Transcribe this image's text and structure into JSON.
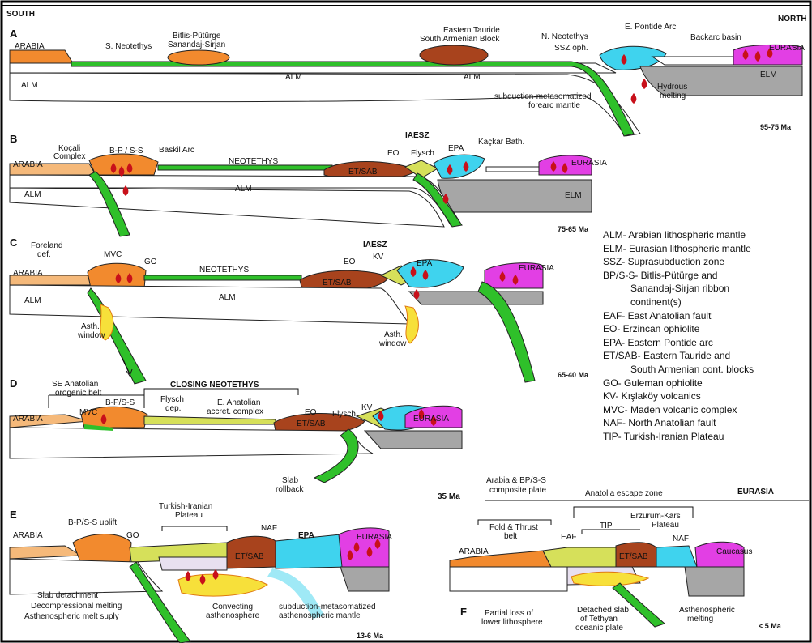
{
  "header": {
    "south": "SOUTH",
    "north": "NORTH"
  },
  "panels": {
    "A": {
      "letter": "A",
      "age": "95-75 Ma",
      "labels": {
        "arabia": "ARABIA",
        "s_neotethys": "S. Neotethys",
        "bitlis_1": "Bitlis-Pütürge",
        "bitlis_2": "Sanandaj-Sirjan",
        "taurid_1": "Eastern Tauride",
        "taurid_2": "South Armenian Block",
        "n_neotethys": "N. Neotethys",
        "pontide": "E. Pontide Arc",
        "backarc": "Backarc basin",
        "eurasia": "EURASIA",
        "ssz": "SSZ oph.",
        "alm_1": "ALM",
        "alm_2": "ALM",
        "alm_3": "ALM",
        "elm": "ELM",
        "hydrous_1": "Hydrous",
        "hydrous_2": "melting",
        "subd_1": "subduction-metasomatized",
        "subd_2": "forearc mantle"
      }
    },
    "B": {
      "letter": "B",
      "age": "75-65 Ma",
      "labels": {
        "kocali_1": "Koçali",
        "kocali_2": "Complex",
        "arabia": "ARABIA",
        "bpss": "B-P / S-S",
        "baskil": "Baskil Arc",
        "neotethys": "NEOTETHYS",
        "iaesz": "IAESZ",
        "eo": "EO",
        "flysch": "Flysch",
        "epa": "EPA",
        "kackar": "Kaçkar Bath.",
        "eurasia": "EURASIA",
        "alm_1": "ALM",
        "alm_2": "ALM",
        "etsab": "ET/SAB",
        "elm": "ELM"
      }
    },
    "C": {
      "letter": "C",
      "age": "65-40 Ma",
      "labels": {
        "foreland_1": "Foreland",
        "foreland_2": "def.",
        "arabia": "ARABIA",
        "mvc": "MVC",
        "go": "GO",
        "neotethys": "NEOTETHYS",
        "iaesz": "IAESZ",
        "eo": "EO",
        "kv": "KV",
        "epa": "EPA",
        "eurasia": "EURASIA",
        "alm_1": "ALM",
        "alm_2": "ALM",
        "etsab": "ET/SAB",
        "asth1_1": "Asth.",
        "asth1_2": "window",
        "asth2_1": "Asth.",
        "asth2_2": "window"
      }
    },
    "D": {
      "letter": "D",
      "age": "",
      "labels": {
        "se_1": "SE Anatolian",
        "se_2": "orogenic belt",
        "bpss": "B-P/S-S",
        "mvc": "MVC",
        "closing": "CLOSING NEOTETHYS",
        "flysch_1": "Flysch",
        "flysch_2": "dep.",
        "eanat_1": "E. Anatolian",
        "eanat_2": "accret. complex",
        "arabia": "ARABIA",
        "eo": "EO",
        "flysch": "Flysch",
        "kv": "KV",
        "eurasia": "EURASIA",
        "etsab": "ET/SAB",
        "slab_1": "Slab",
        "slab_2": "rollback"
      }
    },
    "E": {
      "letter": "E",
      "age": "13-6 Ma",
      "labels": {
        "arabia": "ARABIA",
        "bpss": "B-P/S-S uplift",
        "go": "GO",
        "tip_1": "Turkish-Iranian",
        "tip_2": "Plateau",
        "naf": "NAF",
        "epa": "EPA",
        "eurasia": "EURASIA",
        "etsab": "ET/SAB",
        "slab_1": "Slab detachment",
        "slab_2": "Decompressional melting",
        "slab_3": "Asthenospheric melt suply",
        "conv_1": "Convecting",
        "conv_2": "asthenosphere",
        "subd_1": "subduction-metasomatized",
        "subd_2": "asthenospheric mantle"
      }
    },
    "F": {
      "letter": "F",
      "age": "< 5 Ma",
      "labels": {
        "ma35": "35 Ma",
        "arabia_bp_1": "Arabia & BP/S-S",
        "arabia_bp_2": "composite plate",
        "escape": "Anatolia escape zone",
        "eurasia_top": "EURASIA",
        "fold_1": "Fold & Thrust",
        "fold_2": "belt",
        "tip": "TIP",
        "ez_1": "Erzurum-Kars",
        "ez_2": "Plateau",
        "eaf": "EAF",
        "naf": "NAF",
        "arabia": "ARABIA",
        "caucasus": "Caucasus",
        "etsab": "ET/SAB",
        "partial_1": "Partial loss of",
        "partial_2": "lower lithosphere",
        "detached_1": "Detached slab",
        "detached_2": "of Tethyan",
        "detached_3": "oceanic plate",
        "asth_1": "Asthenospheric",
        "asth_2": "melting"
      }
    }
  },
  "legend": [
    "ALM- Arabian lithospheric mantle",
    "ELM- Eurasian lithospheric mantle",
    "SSZ- Suprasubduction zone",
    "BP/S-S- Bitlis-Pütürge and",
    "Sanandaj-Sirjan ribbon",
    "continent(s)",
    "EAF- East Anatolian fault",
    "EO- Erzincan ophiolite",
    "EPA- Eastern Pontide arc",
    "ET/SAB- Eastern Tauride and",
    "South Armenian cont. blocks",
    "GO- Guleman ophiolite",
    "KV- Kışlaköy volcanics",
    "MVC- Maden volcanic complex",
    "NAF- North Anatolian fault",
    "TIP- Turkish-Iranian Plateau"
  ],
  "colors": {
    "orange": "#f28a2e",
    "lightorange": "#f5b97a",
    "brown": "#a8431d",
    "green": "#2fc02a",
    "cyan": "#3fd3ee",
    "magenta": "#e23fe4",
    "gray": "#a6a6a6",
    "red": "#c8101a",
    "yellow": "#f7e03a"
  }
}
